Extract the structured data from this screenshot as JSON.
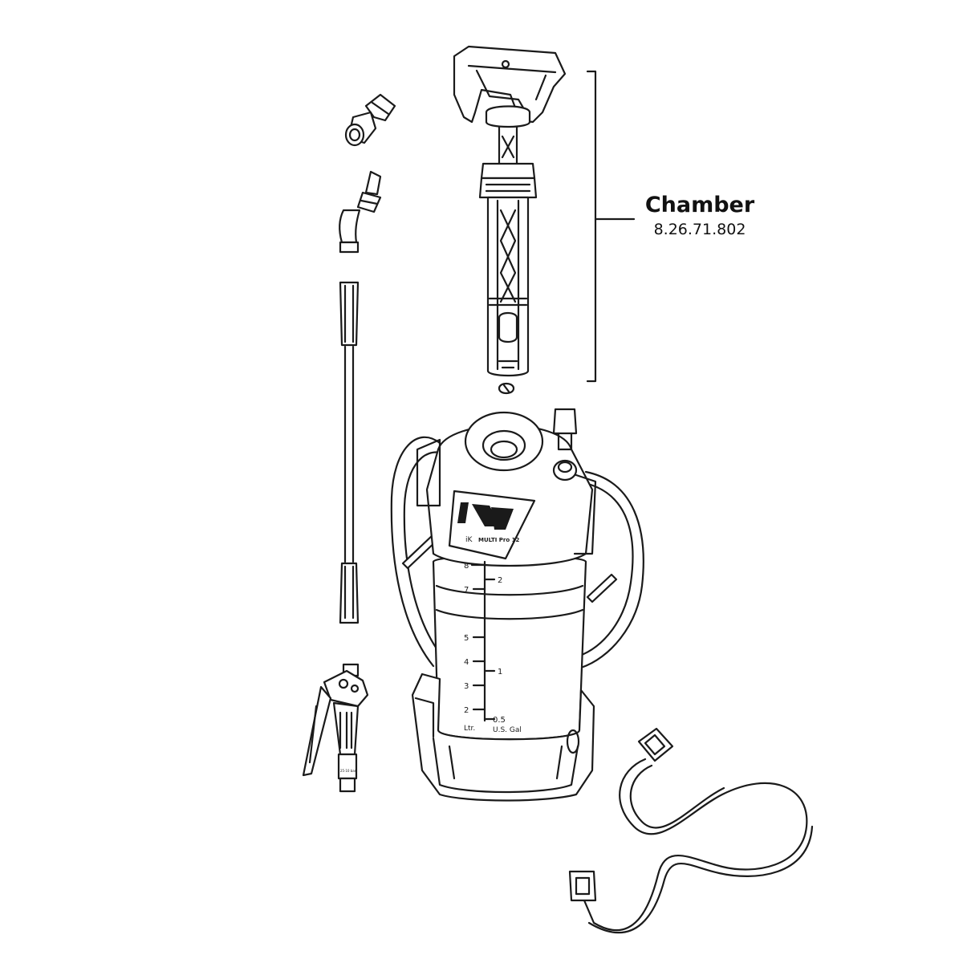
{
  "callout": {
    "title": "Chamber",
    "part_number": "8.26.71.802"
  },
  "tank_labels": {
    "brand": "iK",
    "model": "MULTI Pro 12",
    "liter_scale": [
      "8",
      "7",
      "5",
      "4",
      "3",
      "2"
    ],
    "gallon_scale": [
      "2",
      "1",
      "0.5"
    ],
    "liter_unit": "Ltr.",
    "gallon_unit": "U.S. Gal"
  },
  "colors": {
    "line": "#1a1a1a",
    "background": "#ffffff"
  }
}
